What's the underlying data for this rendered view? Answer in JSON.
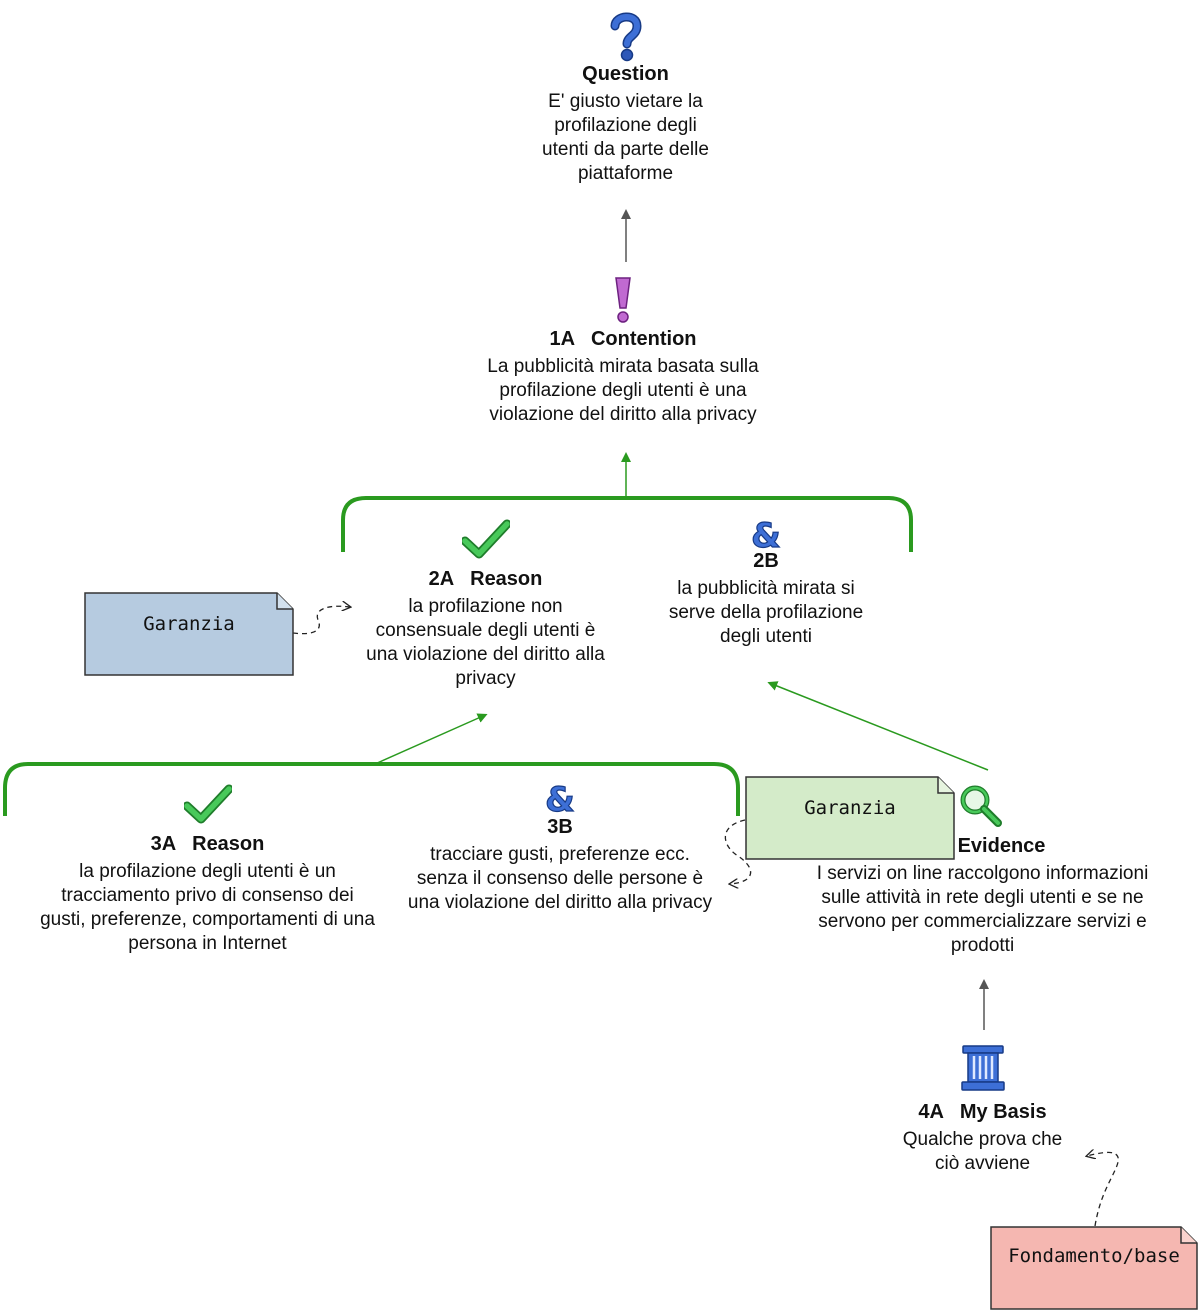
{
  "colors": {
    "green": "#2a9a1f",
    "gray_arrow": "#555555",
    "note_blue": "#b6cbe0",
    "note_green": "#d4ebc9",
    "note_red": "#f5b7b1",
    "question_icon": "#2e58b8",
    "contention_icon": "#a44bb3",
    "ampersand_icon": "#2e58b8",
    "check_icon": "#3fbf4f",
    "evidence_icon": "#2e9f3e",
    "basis_icon": "#2f62c7"
  },
  "nodes": {
    "question": {
      "icon": "question-mark-icon",
      "heading": "Question",
      "text": "E' giusto vietare la profilazione degli utenti da parte delle piattaforme"
    },
    "contention": {
      "icon": "exclamation-mark-icon",
      "heading": "1A   Contention",
      "text": "La pubblicità mirata basata sulla profilazione degli utenti è una violazione del diritto alla privacy"
    },
    "reason_2a": {
      "icon": "check-mark-icon",
      "heading": "2A   Reason",
      "text": "la profilazione non consensuale degli utenti è una violazione del diritto alla privacy"
    },
    "co_premise_2b": {
      "icon": "ampersand-icon",
      "heading": "2B",
      "text": "la pubblicità mirata si serve della profilazione degli utenti"
    },
    "reason_3a": {
      "icon": "check-mark-icon",
      "heading": "3A   Reason",
      "text": "la profilazione degli utenti è un tracciamento privo di consenso dei gusti, preferenze, comportamenti di una persona in Internet"
    },
    "co_premise_3b": {
      "icon": "ampersand-icon",
      "heading": "3B",
      "text": "tracciare gusti, preferenze ecc. senza il consenso delle persone è una violazione del diritto alla privacy"
    },
    "evidence": {
      "icon": "magnifier-icon",
      "heading": "Evidence",
      "text": "I servizi on line raccolgono informazioni sulle attività in rete degli utenti e se ne servono per commercializzare servizi e prodotti"
    },
    "basis_4a": {
      "icon": "pillar-icon",
      "heading": "4A   My Basis",
      "text": "Qualche prova che ciò avviene"
    }
  },
  "notes": {
    "garanzia_blue": {
      "label": "Garanzia"
    },
    "garanzia_green": {
      "label": "Garanzia"
    },
    "fondamento": {
      "label": "Fondamento/base"
    }
  }
}
